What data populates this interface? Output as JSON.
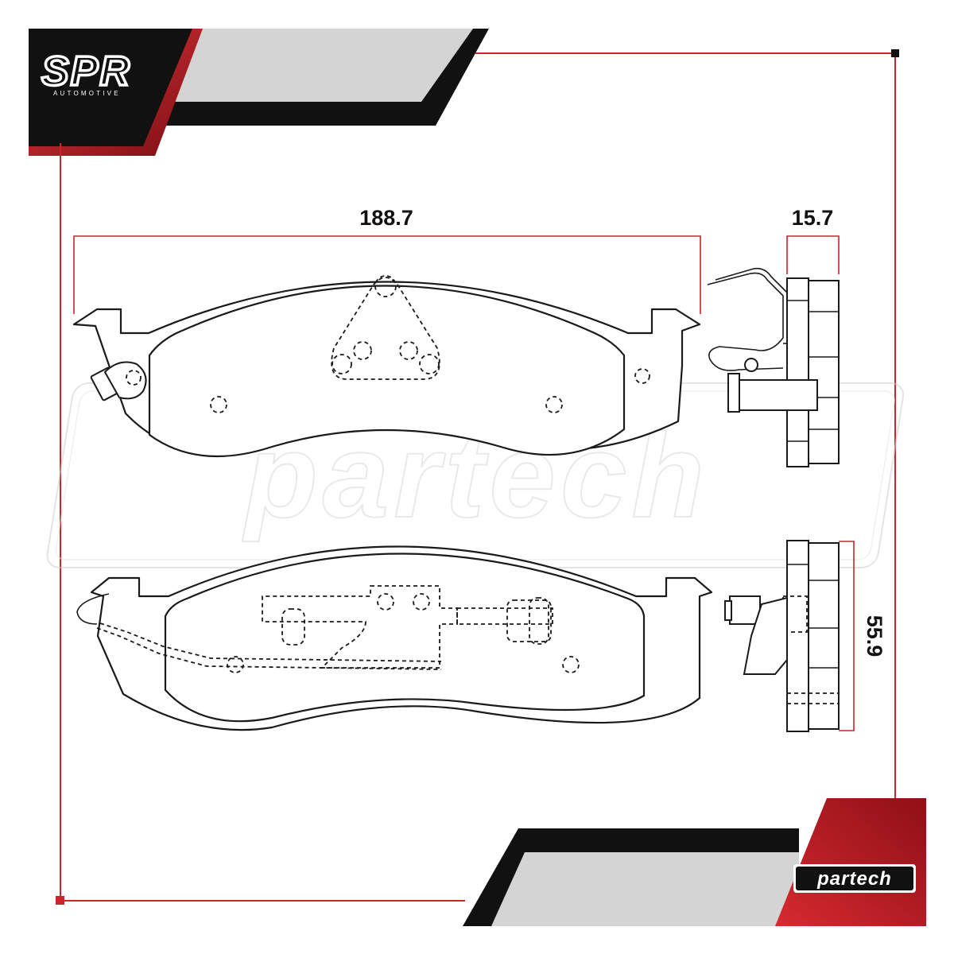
{
  "brand": {
    "name": "SPR",
    "tagline": "AUTOMOTIVE"
  },
  "watermark": {
    "text": "partech"
  },
  "partner_logo": {
    "text": "partech"
  },
  "dimensions": {
    "length": "188.7",
    "thickness": "15.7",
    "height": "55.9"
  },
  "colors": {
    "accent": "#c9252c",
    "dark": "#111111",
    "panel_grey": "#d4d4d4"
  }
}
